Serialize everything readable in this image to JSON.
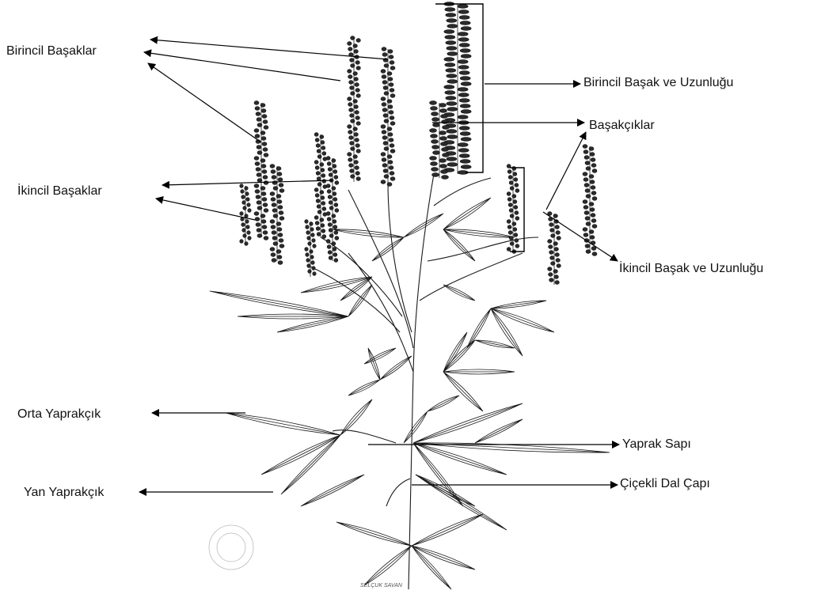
{
  "labels": {
    "primary_spikes": "Birincil Başaklar",
    "primary_spike_length": "Birincil Başak ve Uzunluğu",
    "spikelets": "Başakçıklar",
    "secondary_spikes": "İkincil Başaklar",
    "secondary_spike_length": "İkincil Başak ve Uzunluğu",
    "middle_leaflet": "Orta Yaprakçık",
    "petiole": "Yaprak Sapı",
    "side_leaflet": "Yan Yaprakçık",
    "flowering_branch_diameter": "Çiçekli Dal Çapı"
  },
  "signature": "SELÇUK SAVAN"
}
